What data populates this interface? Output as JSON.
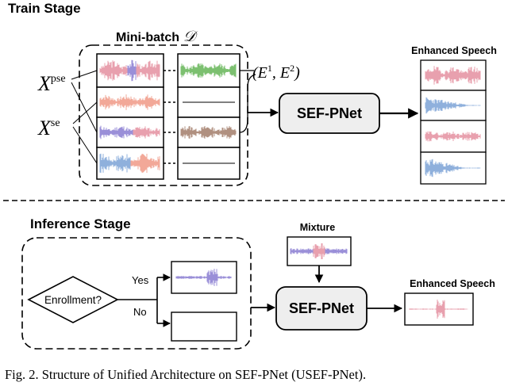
{
  "train": {
    "title": "Train Stage",
    "minibatch_label": "Mini-batch",
    "minibatch_symbol": "𝒟",
    "x_pse_base": "X",
    "x_pse_sup": "pse",
    "x_se_base": "X",
    "x_se_sup": "se",
    "embeddings_open": "(E",
    "embeddings_sup1": "1",
    "embeddings_mid": ", E",
    "embeddings_sup2": "2",
    "embeddings_close": ")",
    "model_label": "SEF-PNet",
    "output_label": "Enhanced Speech"
  },
  "inference": {
    "title": "Inference Stage",
    "decision_label": "Enrollment?",
    "yes_label": "Yes",
    "no_label": "No",
    "mixture_label": "Mixture",
    "model_label": "SEF-PNet",
    "output_label": "Enhanced Speech"
  },
  "caption": "Fig. 2.  Structure of Unified Architecture on SEF-PNet (USEF-PNet).",
  "colors": {
    "pink": "#e8a0ae",
    "purple": "#9a8fd8",
    "salmon": "#f2a898",
    "blue": "#8fb0dc",
    "green": "#7cc070",
    "brown": "#b09080",
    "box_fill": "#eeeeee"
  }
}
